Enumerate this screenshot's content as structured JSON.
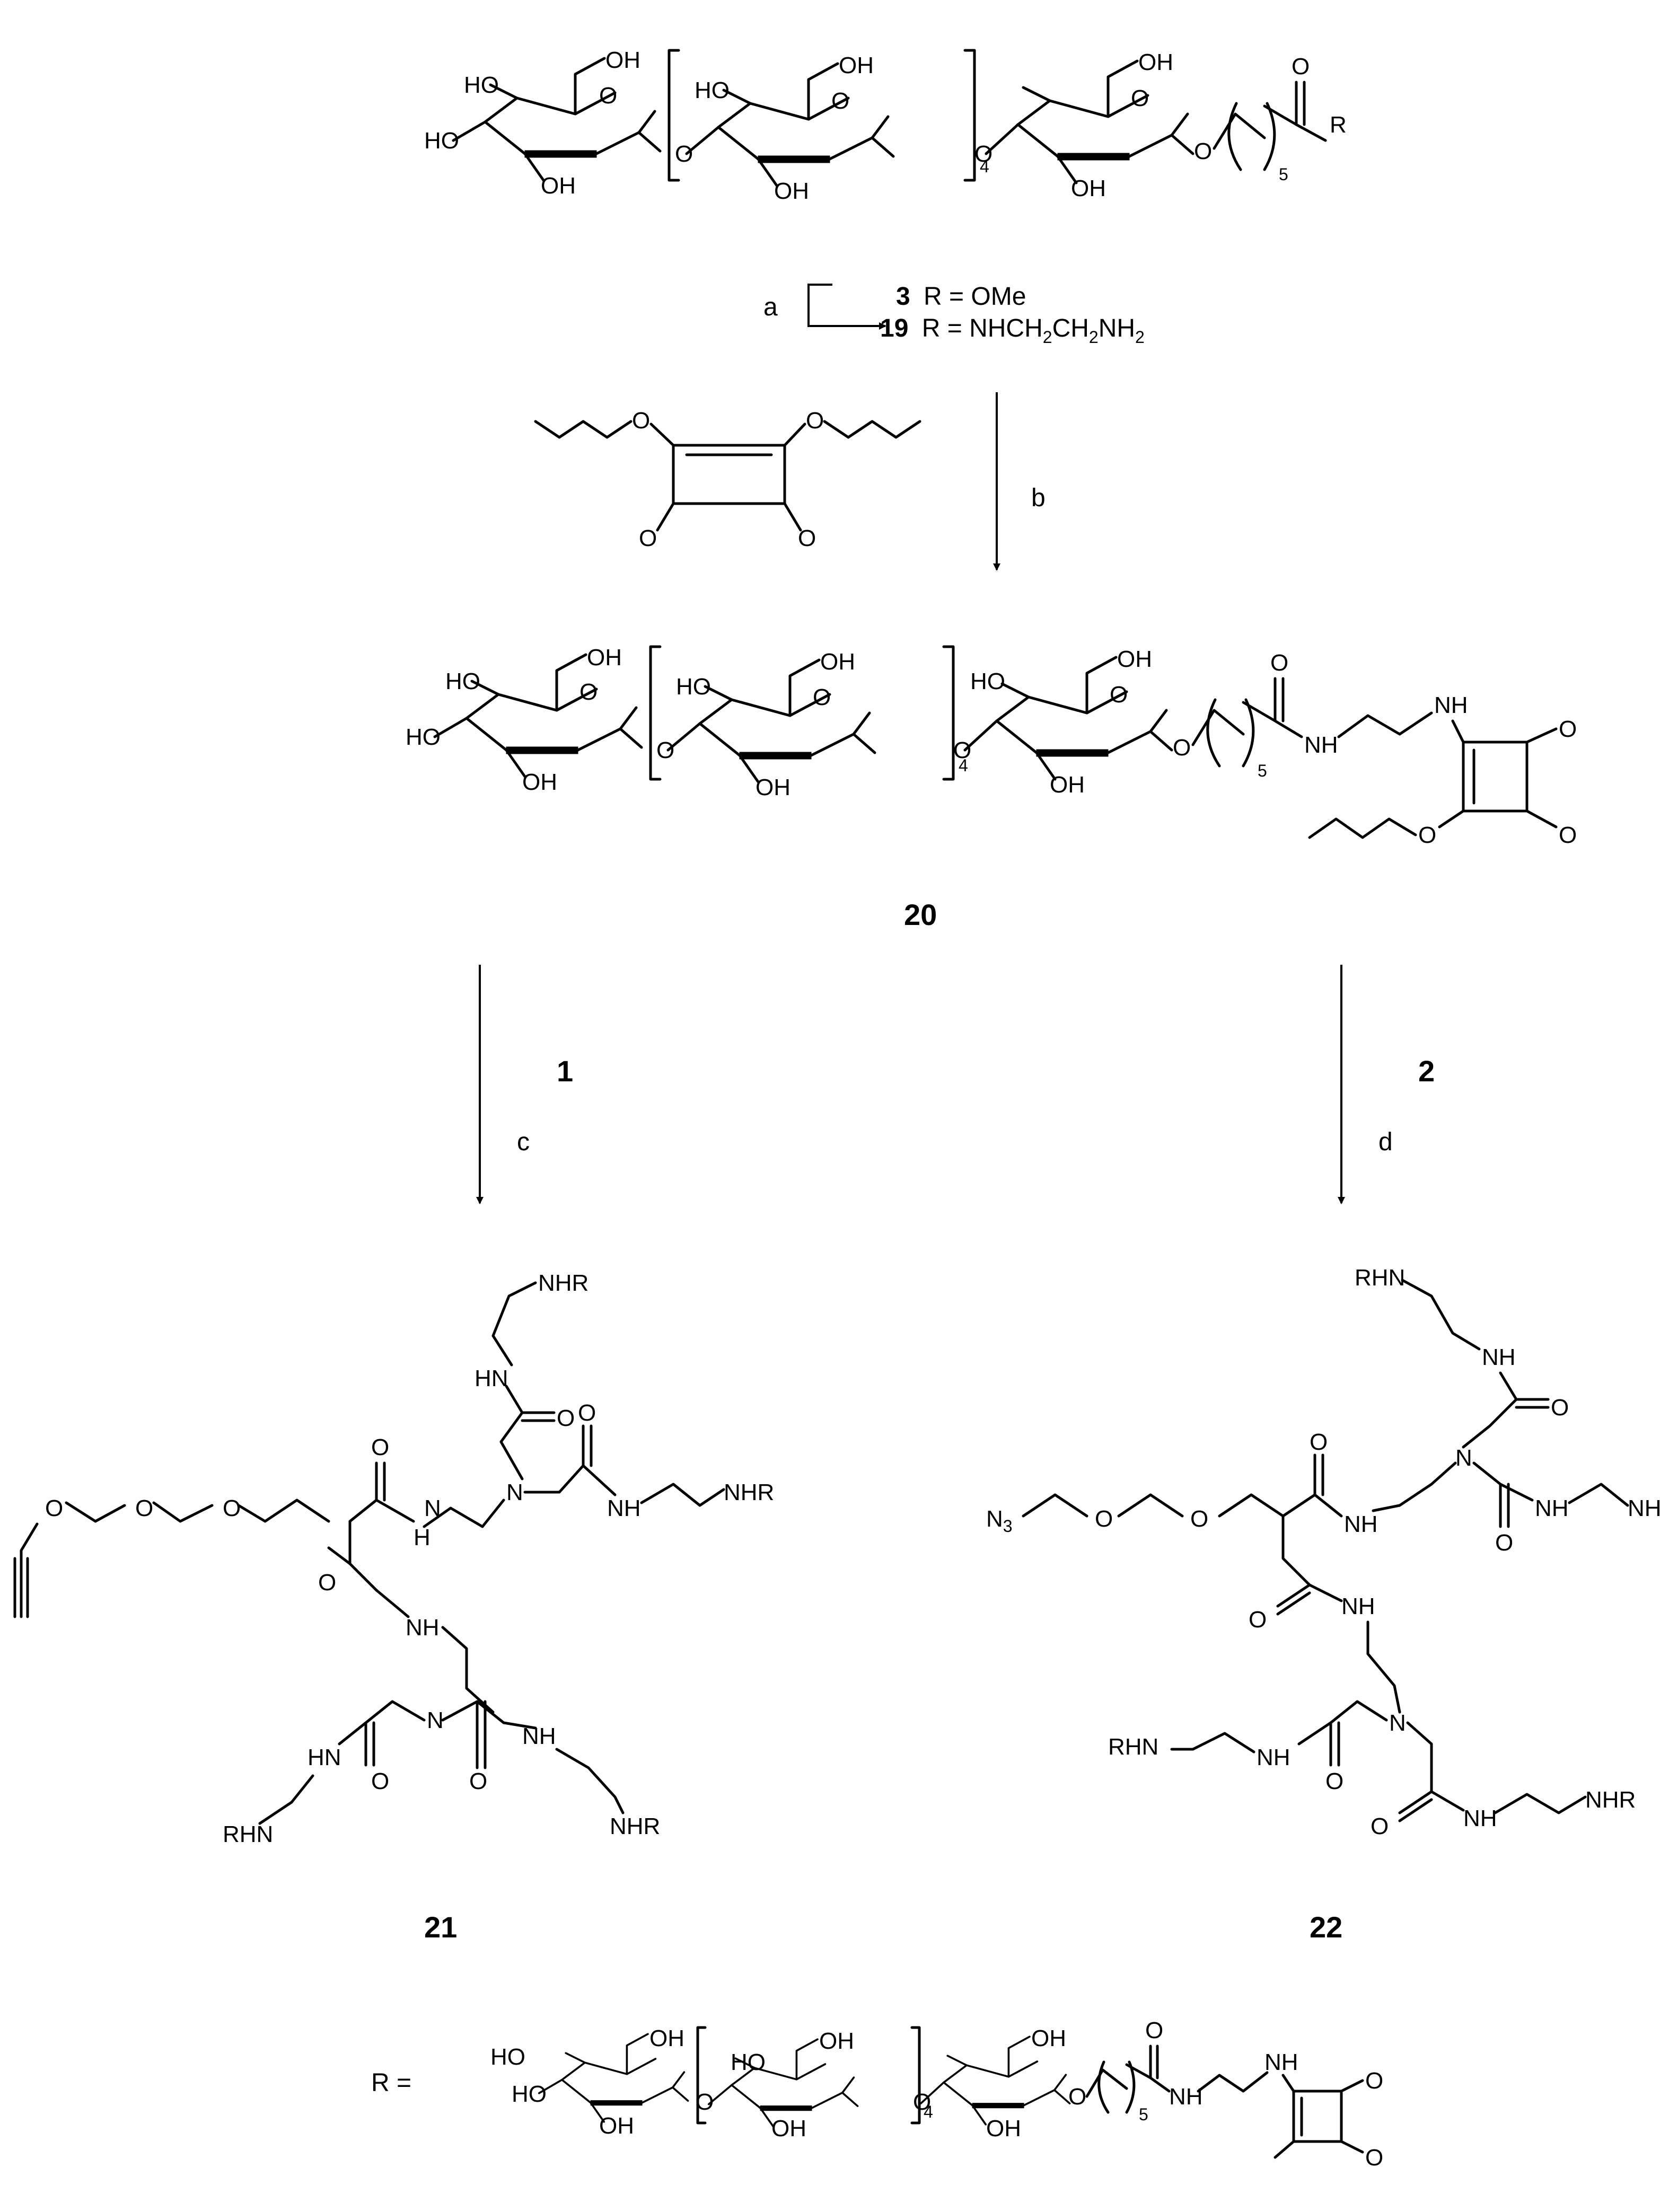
{
  "scheme": {
    "top_r_label": "R",
    "step_a": {
      "reagent_letter": "a"
    },
    "compound_3": {
      "number": "3",
      "desc": "R = OMe"
    },
    "compound_19": {
      "number": "19",
      "desc_prefix": "R = NHCH",
      "desc_mid": "CH",
      "desc_end": "NH",
      "sub": "2"
    },
    "step_b": {
      "reagent_letter": "b"
    },
    "compound_20": {
      "number": "20"
    },
    "step_c": {
      "reactant": "1",
      "reagent_letter": "c"
    },
    "step_d": {
      "reactant": "2",
      "reagent_letter": "d"
    },
    "compound_21": {
      "number": "21"
    },
    "compound_22": {
      "number": "22"
    },
    "r_definition_label": "R =",
    "repeat_subscript": "4",
    "chain_subscript": "5",
    "atoms": {
      "OH": "OH",
      "HO": "HO",
      "O": "O",
      "NH": "NH",
      "HN": "HN",
      "N": "N",
      "H": "H",
      "NHR": "NHR",
      "RHN": "RHN",
      "N3": "N",
      "N3_sub": "3"
    }
  }
}
